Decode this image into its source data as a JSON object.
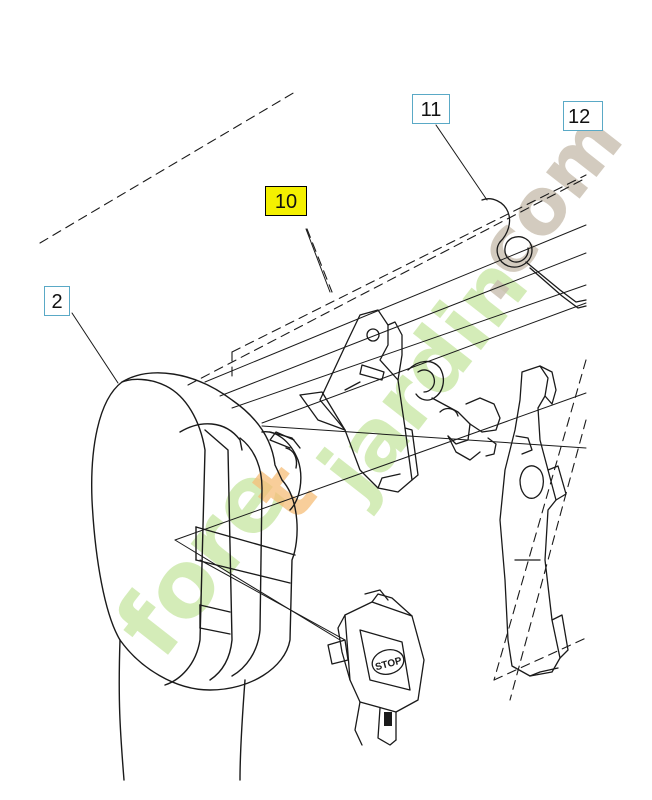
{
  "callouts": {
    "c2": "2",
    "c10": "10",
    "c11": "11",
    "c12": "12"
  },
  "watermark": {
    "part_a": "fore",
    "part_b": "t",
    "part_c": "jardin",
    "part_d": ".com"
  },
  "switch_label": "STOP",
  "colors": {
    "line": "#1a1a1a",
    "callout_border": "#5aa9c6",
    "highlight": "#f4f000",
    "watermark_green": "#c6e6a0",
    "watermark_orange": "#f6be78",
    "watermark_gray": "#c8beaf"
  }
}
